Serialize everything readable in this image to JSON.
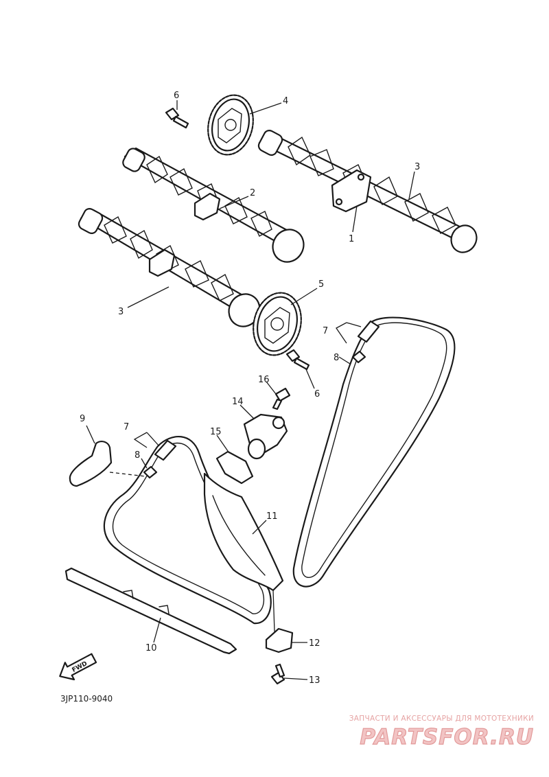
{
  "diagram": {
    "code": "3JP110-9040",
    "fwd_label": "FWD",
    "callouts": [
      {
        "id": "c1",
        "text": "1"
      },
      {
        "id": "c2",
        "text": "2"
      },
      {
        "id": "c3a",
        "text": "3"
      },
      {
        "id": "c3b",
        "text": "3"
      },
      {
        "id": "c4",
        "text": "4"
      },
      {
        "id": "c5",
        "text": "5"
      },
      {
        "id": "c6a",
        "text": "6"
      },
      {
        "id": "c6b",
        "text": "6"
      },
      {
        "id": "c7a",
        "text": "7"
      },
      {
        "id": "c7b",
        "text": "7"
      },
      {
        "id": "c8a",
        "text": "8"
      },
      {
        "id": "c8b",
        "text": "8"
      },
      {
        "id": "c9",
        "text": "9"
      },
      {
        "id": "c10",
        "text": "10"
      },
      {
        "id": "c11",
        "text": "11"
      },
      {
        "id": "c12",
        "text": "12"
      },
      {
        "id": "c13",
        "text": "13"
      },
      {
        "id": "c14",
        "text": "14"
      },
      {
        "id": "c15",
        "text": "15"
      },
      {
        "id": "c16",
        "text": "16"
      }
    ]
  },
  "watermark": {
    "tagline": "ЗАПЧАСТИ И АКСЕССУАРЫ ДЛЯ МОТОТЕХНИКИ",
    "logo": "PARTSFOR.RU",
    "color": "#e29a9a"
  }
}
